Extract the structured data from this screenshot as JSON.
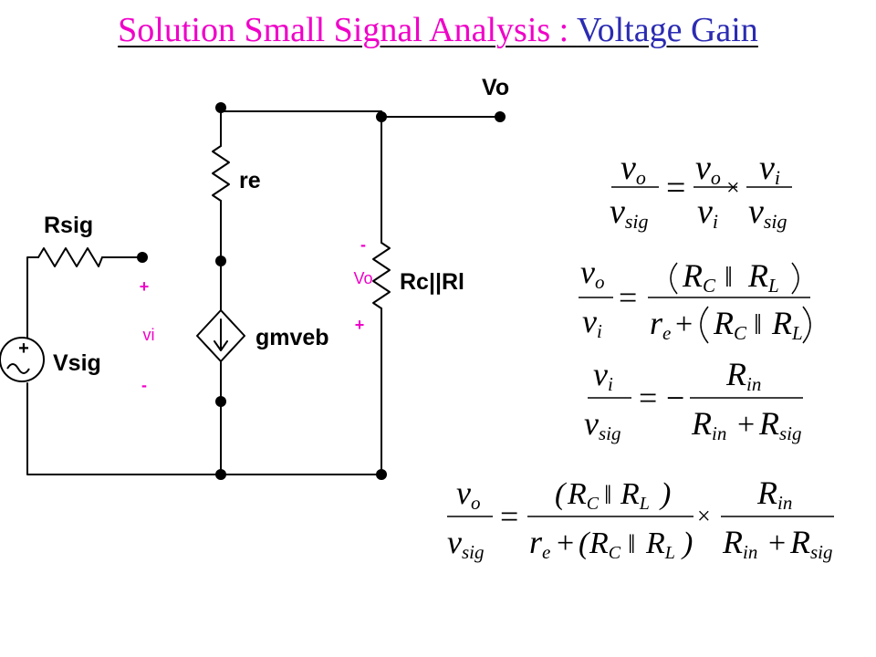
{
  "title": {
    "part1": "Solution Small Signal Analysis : ",
    "part2": "Voltage Gain"
  },
  "colors": {
    "title_part1": "#f000c8",
    "title_part2": "#2b2bb3",
    "polarity_marks": "#f000c8",
    "wire": "#000000"
  },
  "circuit": {
    "labels": {
      "vo_terminal": "Vo",
      "re": "re",
      "rsig": "Rsig",
      "rc_rl": "Rc||Rl",
      "source": "gmveb",
      "vsig": "Vsig",
      "source_plus": "+"
    },
    "polarity": {
      "vi_plus": "+",
      "vi_label": "vi",
      "vi_minus": "-",
      "vo_minus": "-",
      "vo_label": "Vo",
      "vo_plus": "+"
    }
  },
  "equations": {
    "operators": {
      "equals": "=",
      "times": "×",
      "minus": "−",
      "plus": "+",
      "parallel": "‖"
    },
    "variables": {
      "v": "v",
      "r": "r",
      "R": "R"
    },
    "subscripts": {
      "o": "o",
      "i": "i",
      "sig": "sig",
      "e": "e",
      "C": "C",
      "L": "L",
      "in": "in"
    }
  }
}
